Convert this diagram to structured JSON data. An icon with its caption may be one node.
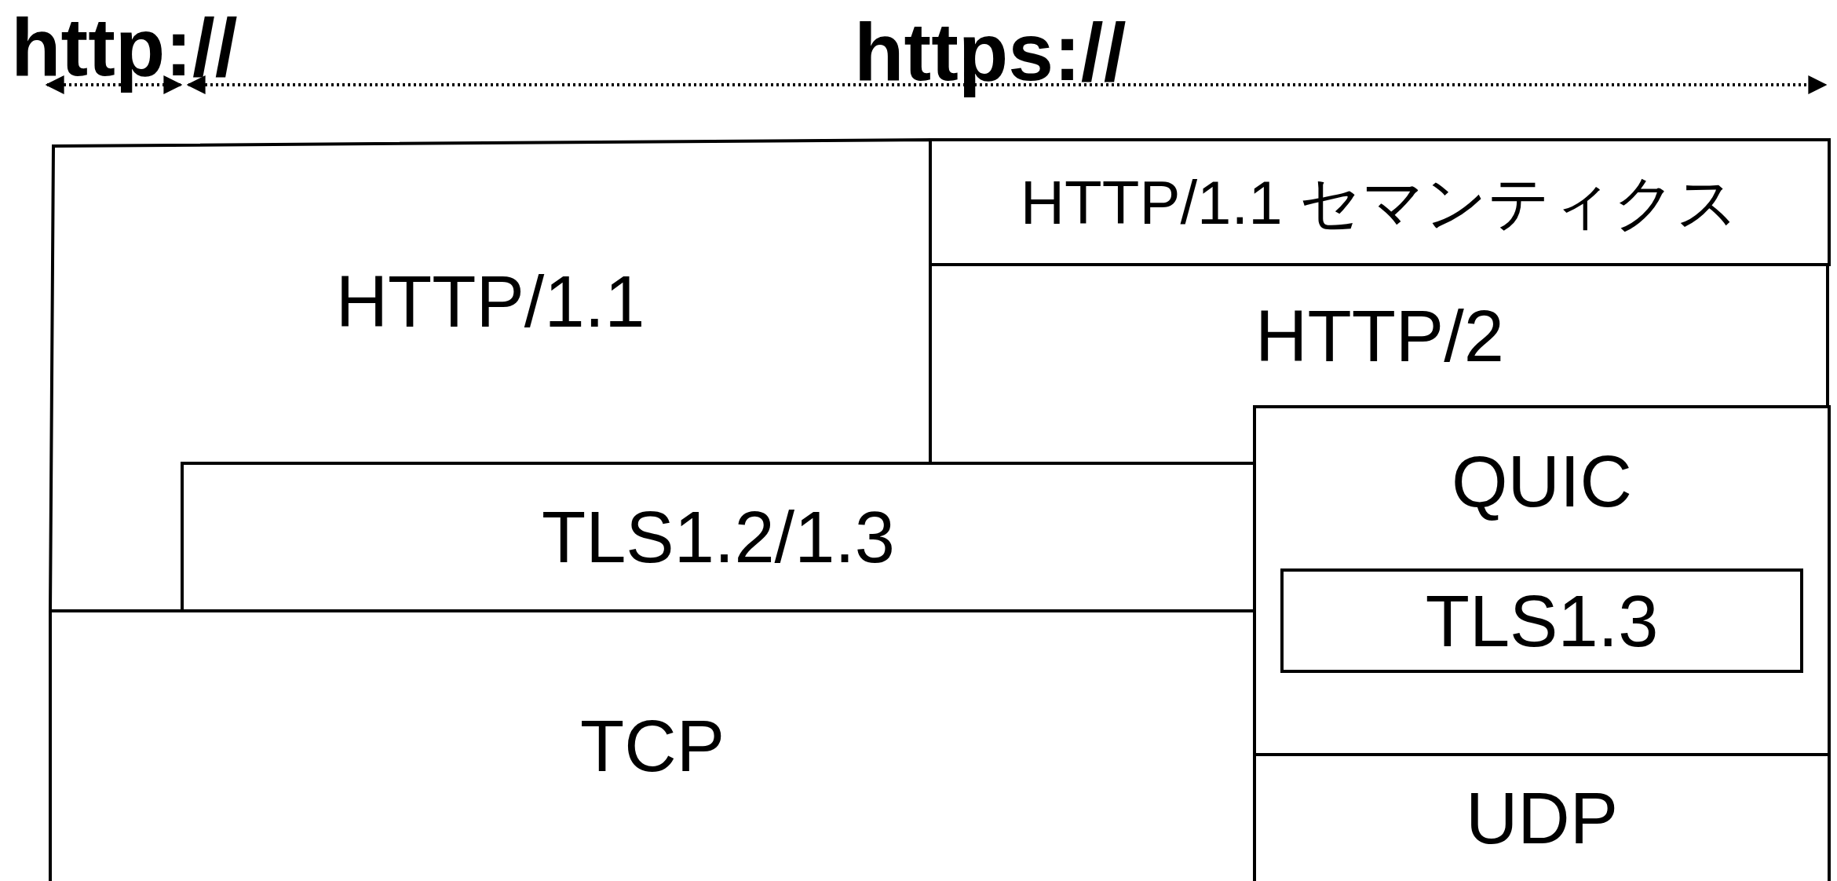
{
  "diagram": {
    "nodes": [
      {
        "text": [
          "HTTP/1.1"
        ]
      },
      {
        "text": [
          "HTTP/1.1 セマンティクス"
        ]
      },
      {
        "text": [
          "HTTP/2"
        ]
      },
      {
        "text": [
          "TLS1.2/1.3"
        ]
      },
      {
        "text": [
          "QUIC"
        ]
      },
      {
        "text": [
          "TLS1.3"
        ],
        "in": 4
      },
      {
        "text": [
          "TCP"
        ]
      },
      {
        "text": [
          "UDP"
        ]
      }
    ],
    "labels": [
      "http://",
      "https://"
    ]
  }
}
